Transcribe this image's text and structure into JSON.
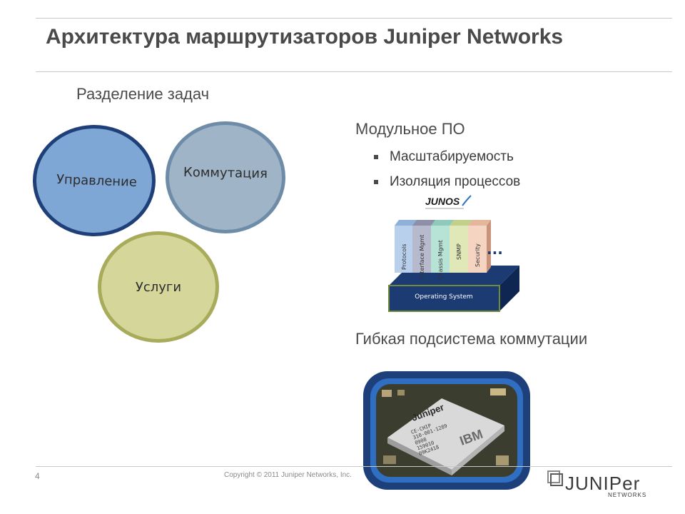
{
  "slide": {
    "title": "Архитектура маршрутизаторов Juniper Networks",
    "subtitle": "Разделение задач",
    "circles": {
      "control": "Управление",
      "switching": "Коммутация",
      "services": "Услуги"
    },
    "modular_heading": "Модульное ПО",
    "bullets": [
      "Масштабируемость",
      "Изоляция процессов"
    ],
    "junos_diagram": {
      "logo": "JUNOS",
      "modules": [
        "Protocols",
        "Interface Mgmt",
        "Chassis Mgmt",
        "SNMP",
        "Security"
      ],
      "ellipsis": "...",
      "base": "Operating System"
    },
    "flex_heading": "Гибкая подсистема коммутации",
    "chip_photo": {
      "brand": "Juniper",
      "lines": [
        "CE-CHIP",
        "310-001-1289",
        "0908",
        "159010",
        "09K2418"
      ],
      "maker": "IBM"
    }
  },
  "footer": {
    "page_number": "4",
    "copyright": "Copyright © 2011 Juniper Networks, Inc.",
    "logo_text": "JUNIPer",
    "logo_sub": "NETWORKS"
  }
}
